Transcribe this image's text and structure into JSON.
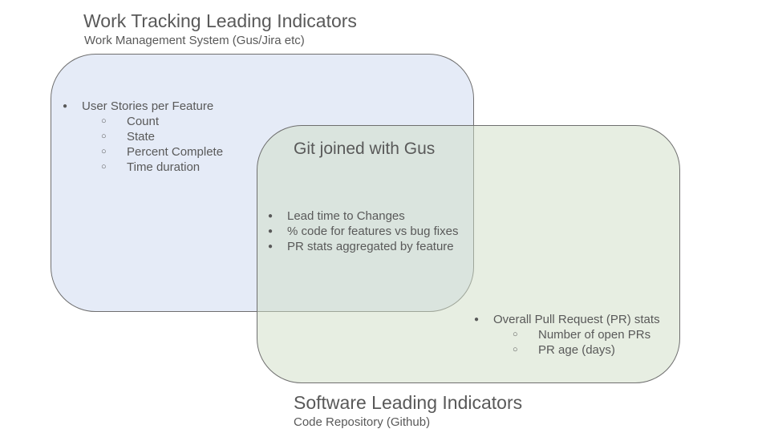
{
  "work": {
    "title": "Work Tracking Leading Indicators",
    "subtitle": "Work Management System (Gus/Jira etc)",
    "item": "User Stories per Feature",
    "subitems": [
      "Count",
      "State",
      "Percent Complete",
      "Time duration"
    ]
  },
  "overlap": {
    "title": "Git joined with Gus",
    "items": [
      "Lead time to Changes",
      "% code for features vs bug fixes",
      "PR stats aggregated by feature"
    ]
  },
  "software": {
    "title": "Software Leading Indicators",
    "subtitle": "Code Repository (Github)",
    "item": "Overall Pull Request (PR) stats",
    "subitems": [
      "Number of open PRs",
      "PR age (days)"
    ]
  },
  "colors": {
    "work_fill": "#cfdbf0",
    "software_fill": "#cfdec6",
    "outline": "#6f6f6f",
    "text": "#595959"
  }
}
